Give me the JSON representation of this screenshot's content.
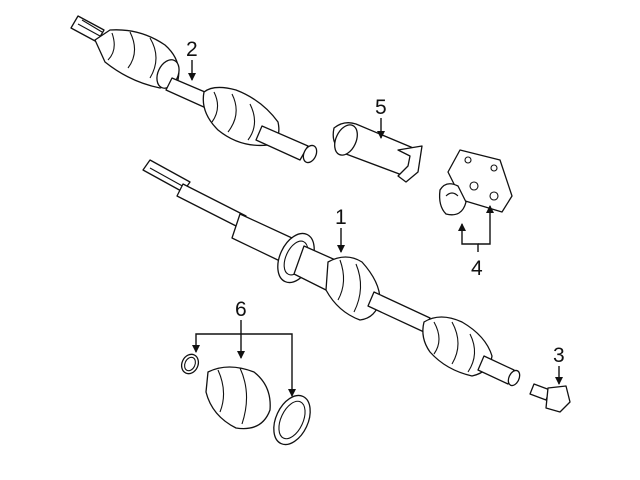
{
  "callouts": {
    "shaft_lower": "1",
    "shaft_upper": "2",
    "bolt": "3",
    "bracket": "4",
    "bearing_sleeve": "5",
    "boot_kit": "6"
  }
}
